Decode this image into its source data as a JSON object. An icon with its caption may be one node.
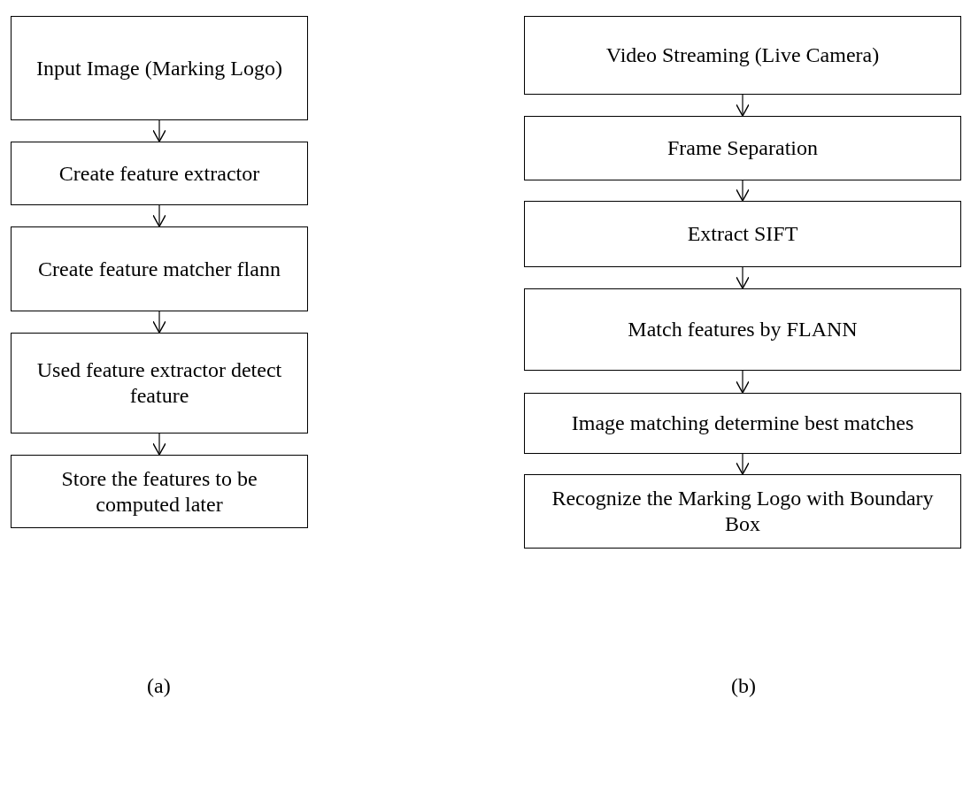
{
  "diagram": {
    "nodes": [
      {
        "text": [
          "Input Image (Marking Logo)"
        ]
      },
      {
        "text": [
          "Create feature extractor"
        ]
      },
      {
        "text": [
          "Create feature matcher flann"
        ]
      },
      {
        "text": [
          "Used feature extractor detect feature"
        ]
      },
      {
        "text": [
          "Store the features to be computed later"
        ]
      },
      {
        "text": [
          "Video Streaming (Live Camera)"
        ]
      },
      {
        "text": [
          "Frame Separation"
        ]
      },
      {
        "text": [
          "Extract SIFT"
        ]
      },
      {
        "text": [
          "Match features by FLANN"
        ]
      },
      {
        "text": [
          "Image matching determine best matches"
        ]
      },
      {
        "text": [
          "Recognize the Marking Logo with Boundary Box"
        ]
      }
    ],
    "edges": [
      {
        "from": 0,
        "to": 1,
        "arrow": "to"
      },
      {
        "from": 1,
        "to": 2,
        "arrow": "to"
      },
      {
        "from": 2,
        "to": 3,
        "arrow": "to"
      },
      {
        "from": 3,
        "to": 4,
        "arrow": "to"
      },
      {
        "from": 5,
        "to": 6,
        "arrow": "to"
      },
      {
        "from": 6,
        "to": 7,
        "arrow": "to"
      },
      {
        "from": 7,
        "to": 8,
        "arrow": "to"
      },
      {
        "from": 8,
        "to": 9,
        "arrow": "to"
      },
      {
        "from": 9,
        "to": 10,
        "arrow": "to"
      }
    ],
    "labels": [
      "(a)",
      "(b)"
    ]
  }
}
